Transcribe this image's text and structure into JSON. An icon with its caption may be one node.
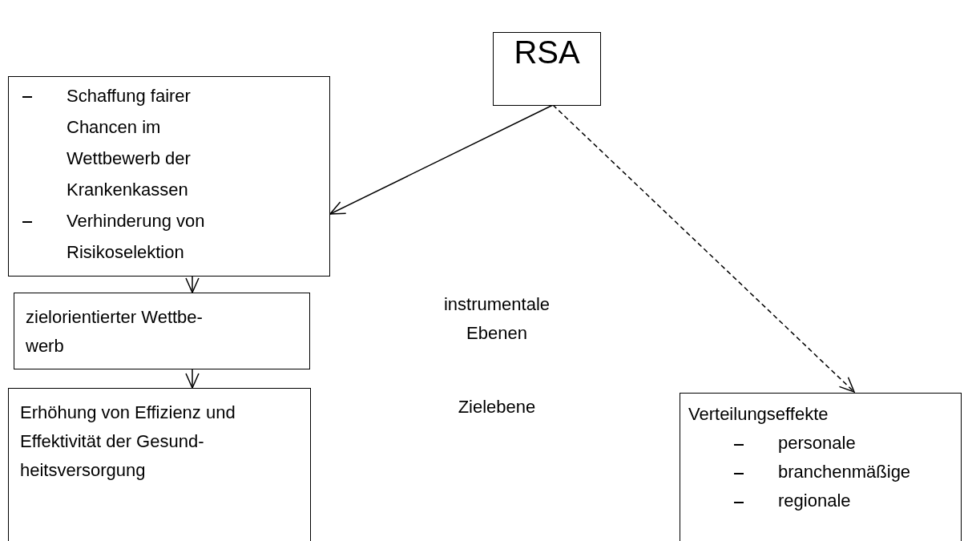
{
  "diagram": {
    "nodes": [
      {
        "text": [
          "RSA"
        ]
      },
      {
        "text": [
          "Schaffung fairer Chancen im Wettbewerb der Krankenkassen",
          "Verhinderung von Risikoselektion"
        ]
      },
      {
        "text": [
          "zielorientierter Wettbe- werb"
        ]
      },
      {
        "text": [
          "Erhöhung von Effizienz und Effektivität der Gesund- heitsversorgung"
        ]
      },
      {
        "text": [
          "Verteilungseffekte",
          "personale",
          "branchenmäßige",
          "regionale"
        ]
      }
    ],
    "edges": [
      {
        "from": 0,
        "to": 1,
        "arrow": "to"
      },
      {
        "from": 0,
        "to": 4,
        "arrow": "to",
        "style": "dashed"
      },
      {
        "from": 1,
        "to": 2,
        "arrow": "to"
      },
      {
        "from": 2,
        "to": 3,
        "arrow": "to"
      }
    ],
    "labels": [
      "instrumentale Ebenen",
      "Zielebene"
    ]
  }
}
